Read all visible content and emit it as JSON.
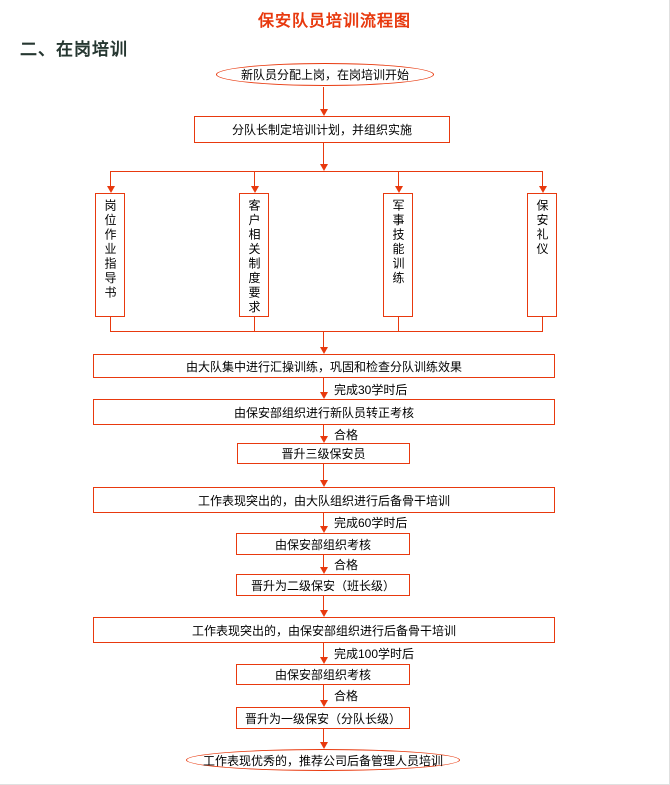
{
  "page": {
    "title": "保安队员培训流程图",
    "section_heading": "二、在岗培训"
  },
  "colors": {
    "accent": "#e8390e",
    "text": "#000000",
    "heading": "#263731",
    "background": "#ffffff"
  },
  "flow": {
    "start": "新队员分配上岗，在岗培训开始",
    "plan": "分队长制定培训计划，并组织实施",
    "columns": [
      "岗位作业指导书",
      "客户相关制度要求",
      "军事技能训练",
      "保安礼仪"
    ],
    "consolidate": "由大队集中进行汇操训练，巩固和检查分队训练效果",
    "label_30h": "完成30学时后",
    "exam_new_member": "由保安部组织进行新队员转正考核",
    "label_pass_1": "合格",
    "promote_level3": "晋升三级保安员",
    "backbone_brigade": "工作表现突出的，由大队组织进行后备骨干培训",
    "label_60h": "完成60学时后",
    "exam_dept_1": "由保安部组织考核",
    "label_pass_2": "合格",
    "promote_level2": "晋升为二级保安（班长级）",
    "backbone_dept": "工作表现突出的，由保安部组织进行后备骨干培训",
    "label_100h": "完成100学时后",
    "exam_dept_2": "由保安部组织考核",
    "label_pass_3": "合格",
    "promote_level1": "晋升为一级保安（分队长级）",
    "end": "工作表现优秀的，推荐公司后备管理人员培训"
  }
}
